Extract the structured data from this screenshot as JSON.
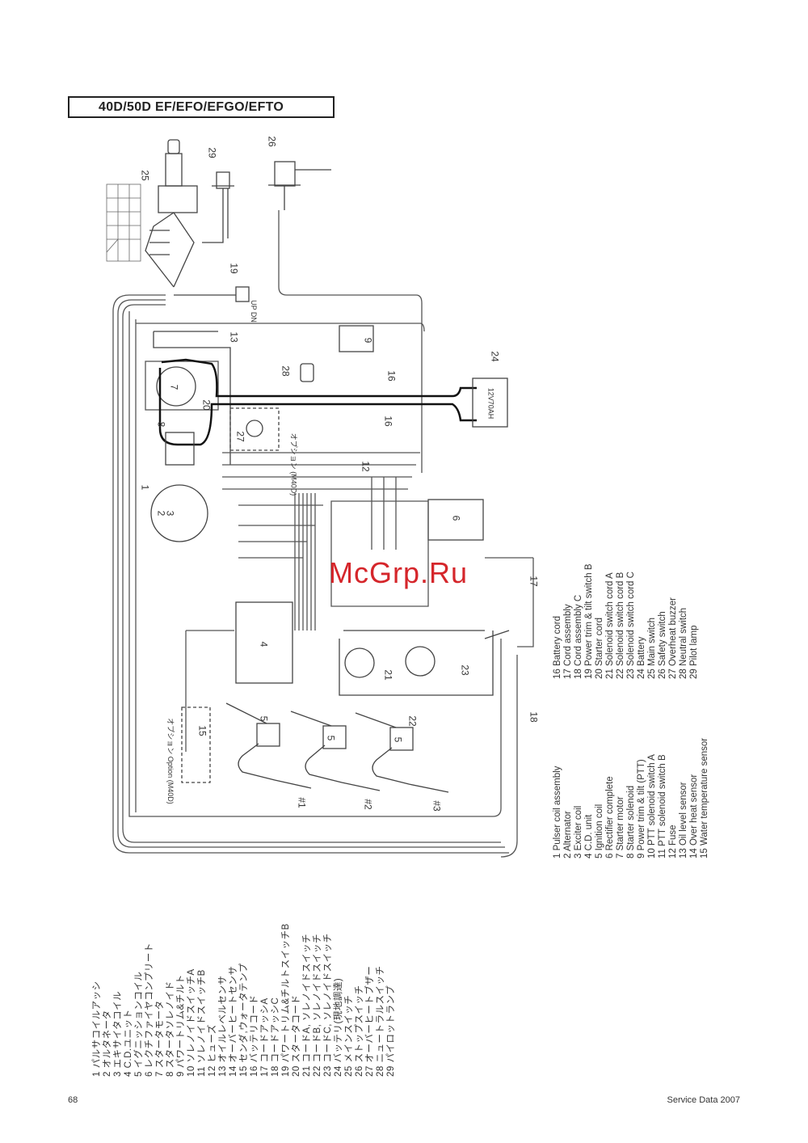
{
  "title": "40D/50D  EF/EFO/EFGO/EFTO",
  "diagram": {
    "callouts": [
      "25",
      "29",
      "26",
      "19",
      "13",
      "9",
      "28",
      "24",
      "16",
      "16",
      "7",
      "20",
      "8",
      "27",
      "12",
      "6",
      "1",
      "2",
      "3",
      "4",
      "17",
      "21",
      "23",
      "22",
      "18",
      "5",
      "5",
      "5",
      "15"
    ],
    "cylinders": [
      "#1",
      "#2",
      "#3"
    ],
    "battery_label": "12V70AH",
    "switch_label": "UP DN",
    "option_label": "オプション Option (M40D)",
    "option_label_2": "オプション (M40D)"
  },
  "legend_en_1": [
    "1 Pulser coil assembly",
    "2 Alternator",
    "3 Exciter coil",
    "4 C.D. unit",
    "5 Ignition coil",
    "6 Rectifier complete",
    "7 Starter motor",
    "8 Starter solenoid",
    "9 Power trim & tilt (PTT)",
    "10 PTT solenoid switch A",
    "11 PTT solenoid switch B",
    "12 Fuse",
    "13 Oil level sensor",
    "14 Over heat sensor",
    "15 Water temperature sensor"
  ],
  "legend_en_2": [
    "16 Battery cord",
    "17 Cord assembly",
    "18 Cord assembly C",
    "19 Power trim & tilt  switch B",
    "20 Starter cord",
    "21 Solenoid switch cord A",
    "22 Solenoid switch cord B",
    "23 Solenoid switch cord C",
    "24 Battery",
    "25 Main switch",
    "26 Safety switch",
    "27 Overheat buzzer",
    "28 Neutral switch",
    "29 Pilot lamp"
  ],
  "legend_jp": [
    "1 パルサコイルアッシ",
    "2 オルタネータ",
    "3 エキサイタコイル",
    "4 C.D.ユニット",
    "5 イグニッションコイル",
    "6 レクチファイヤコンプリート",
    "7 スタータモータ",
    "8 スタータソレノイド",
    "9 パワートリム&チルト",
    "10 ソレノイドスイッチA",
    "11 ソレノイドスイッチB",
    "12 ヒューズ",
    "13 オイルレベルセンサ",
    "14 オーバーヒートセンサ",
    "15 センダ,ウォータテンプ",
    "16 バッテリコード",
    "17 コードアッシA",
    "18 コードアッシC",
    "19 パワートリム&チルトスイッチB",
    "20 スタータコード",
    "21 コードA, ソレノイドスイッチ",
    "22 コードB, ソレノイドスイッチ",
    "23 コードC, ソレノイドスイッチ",
    "24 バッテリ(現地調達)",
    "25 メインスイッチ",
    "26 ストップスイッチ",
    "27 オーバーヒートブザー",
    "28 ニュートラルスイッチ",
    "29 パイロットランプ"
  ],
  "footer": {
    "page_number": "68",
    "publication": "Service Data 2007"
  },
  "watermark": "McGrp.Ru"
}
